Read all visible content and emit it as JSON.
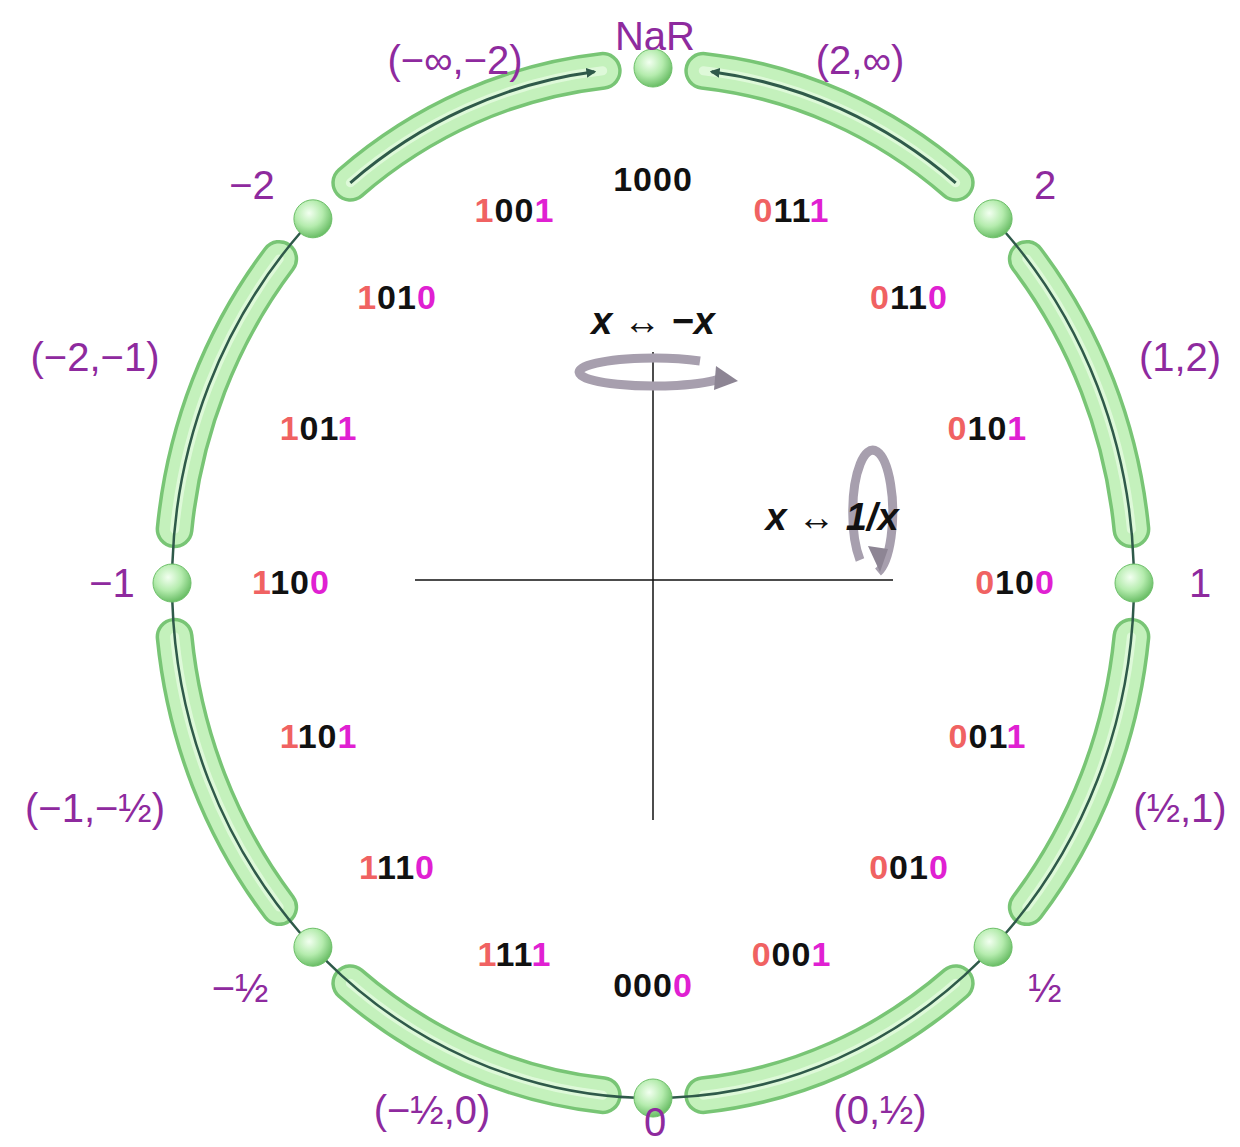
{
  "diagram": {
    "labels": [
      "NaR",
      "(−∞,−2)",
      "(2,∞)",
      "−2",
      "2",
      "(−2,−1)",
      "(1,2)",
      "−1",
      "1",
      "(−1,−½)",
      "(½,1)",
      "−½",
      "½",
      "(−½,0)",
      "0",
      "(0,½)",
      "1000",
      "0111",
      "0110",
      "0101",
      "0100",
      "0011",
      "0010",
      "0001",
      "0000",
      "1111",
      "1110",
      "1101",
      "1100",
      "1011",
      "1010",
      "1001",
      "x ↔ −x",
      "x ↔ 1/x"
    ]
  }
}
